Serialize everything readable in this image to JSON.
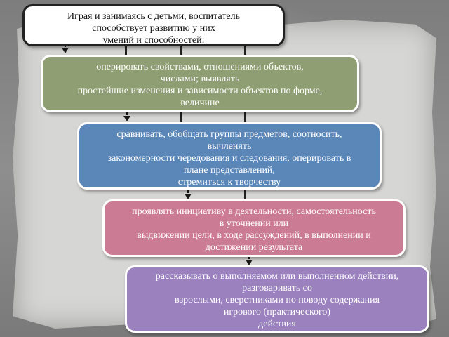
{
  "boxes": [
    {
      "lines": [
        "Играя  и занимаясь с детьми,  воспитатель",
        "способствует  развитию  у  них",
        "умений и способностей:"
      ]
    },
    {
      "lines": [
        "оперировать   свойствами,   отношениями   объектов,",
        "числами;   выявлять",
        "простейшие изменения и зависимости объектов по форме,",
        "величине"
      ]
    },
    {
      "lines": [
        "сравнивать,   обобщать   группы   предметов,    соотносить,",
        "вычленять",
        "закономерности чередования и следования, оперировать в",
        "плане  представлений,",
        "стремиться к творчеству"
      ]
    },
    {
      "lines": [
        "проявлять инициативу в деятельности,  самостоятельность",
        "в  уточнении  или",
        "выдвижении цели, в ходе рассуждений, в выполнении и",
        "достижении результата"
      ]
    },
    {
      "lines": [
        "рассказывать о выполняемом  или  выполненном  действии,",
        "разговаривать  со",
        "взрослыми, сверстниками  по  поводу  содержания",
        "игрового  (практического)",
        "действия"
      ]
    }
  ],
  "colors": {
    "box1": "#ffffff",
    "box2": "#8f9e73",
    "box3": "#5b86b8",
    "box4": "#cc7b94",
    "box5": "#9b82be"
  }
}
